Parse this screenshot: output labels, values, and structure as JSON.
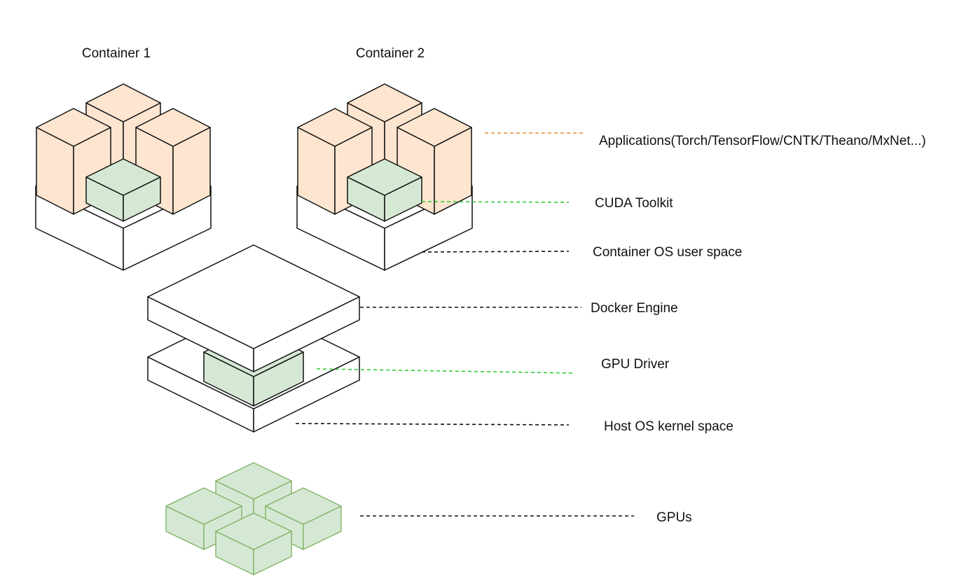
{
  "containers": [
    {
      "title": "Container 1"
    },
    {
      "title": "Container 2"
    }
  ],
  "layers": [
    {
      "label": "Applications(Torch/TensorFlow/CNTK/Theano/MxNet...)",
      "leader_color": "#e08a2e"
    },
    {
      "label": "CUDA Toolkit",
      "leader_color": "#33cc33"
    },
    {
      "label": "Container OS user space",
      "leader_color": "#111111"
    },
    {
      "label": "Docker Engine",
      "leader_color": "#111111"
    },
    {
      "label": "GPU Driver",
      "leader_color": "#33cc33"
    },
    {
      "label": "Host OS kernel space",
      "leader_color": "#111111"
    },
    {
      "label": "GPUs",
      "leader_color": "#111111"
    }
  ],
  "colors": {
    "app_fill": "#fde5cf",
    "cuda_fill": "#d5e8d4",
    "gpu_fill": "#d5e8d4",
    "gpu_stroke": "#82b366",
    "outline": "#111111",
    "slab_fill": "#ffffff"
  }
}
